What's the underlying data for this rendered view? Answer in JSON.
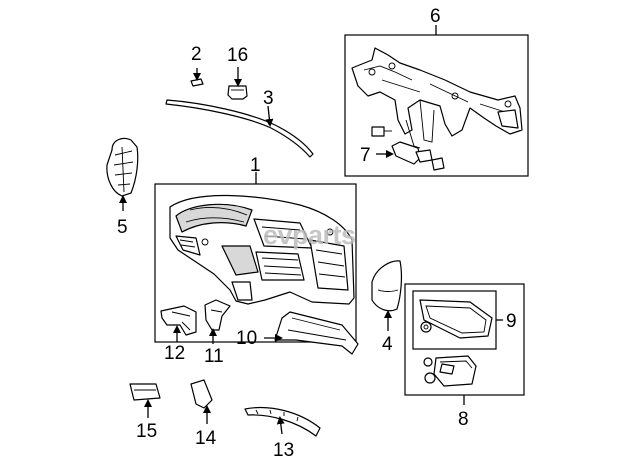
{
  "watermark": "evparts",
  "callouts": {
    "c1": "1",
    "c2": "2",
    "c3": "3",
    "c4": "4",
    "c5": "5",
    "c6": "6",
    "c7": "7",
    "c8": "8",
    "c9": "9",
    "c10": "10",
    "c11": "11",
    "c12": "12",
    "c13": "13",
    "c14": "14",
    "c15": "15",
    "c16": "16"
  },
  "colors": {
    "line": "#000000",
    "background": "#ffffff",
    "watermark": "#bdbdbd"
  }
}
